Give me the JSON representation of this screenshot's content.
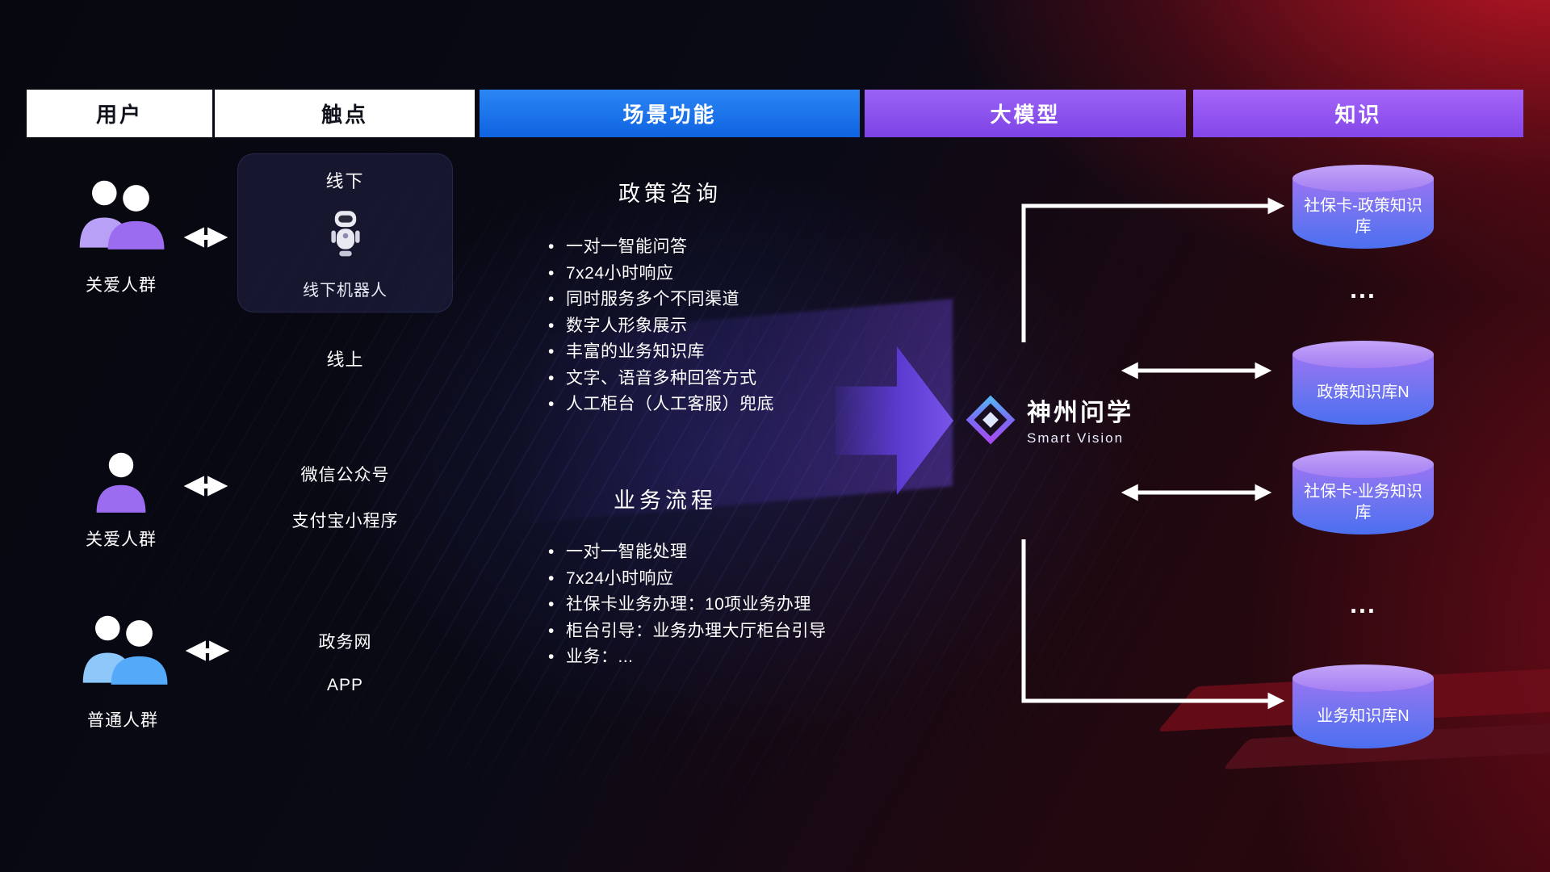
{
  "header": {
    "columns": [
      {
        "label": "用户",
        "bg": "#ffffff",
        "text": "#10131c"
      },
      {
        "label": "触点",
        "bg": "#ffffff",
        "text": "#10131c"
      },
      {
        "label": "场景功能",
        "bg": "#1574ec",
        "text": "#ffffff"
      },
      {
        "label": "大模型",
        "bg": "#9059ef",
        "text": "#ffffff"
      },
      {
        "label": "知识",
        "bg": "#9a5cf2",
        "text": "#ffffff"
      }
    ]
  },
  "users": {
    "group1_label": "关爱人群",
    "group2_label": "关爱人群",
    "group3_label": "普通人群"
  },
  "touchpoints": {
    "offline_title": "线下",
    "offline_robot_caption": "线下机器人",
    "online_label": "线上",
    "wechat_label": "微信公众号",
    "alipay_label": "支付宝小程序",
    "gov_label": "政务网",
    "app_label": "APP"
  },
  "scene": {
    "policy_title": "政策咨询",
    "policy_items": [
      "一对一智能问答",
      "7x24小时响应",
      "同时服务多个不同渠道",
      "数字人形象展示",
      "丰富的业务知识库",
      "文字、语音多种回答方式",
      "人工柜台（人工客服）兜底"
    ],
    "business_title": "业务流程",
    "business_items": [
      "一对一智能处理",
      "7x24小时响应",
      "社保卡业务办理：10项业务办理",
      "柜台引导：业务办理大厅柜台引导",
      "业务：..."
    ]
  },
  "model": {
    "brand_name": "神州问学",
    "brand_subtitle": "Smart Vision"
  },
  "knowledge": {
    "db1": "社保卡-政策知识库",
    "db2": "政策知识库N",
    "db3": "社保卡-业务知识库",
    "db4": "业务知识库N",
    "ellipsis": "..."
  },
  "colors": {
    "accent_blue": "#1574ec",
    "accent_purple": "#9059ef",
    "arrow_white": "#ffffff",
    "cylinder_top": "#b18ff5",
    "cylinder_body_bottom": "#4b6ff0",
    "background_red": "#d61828"
  }
}
